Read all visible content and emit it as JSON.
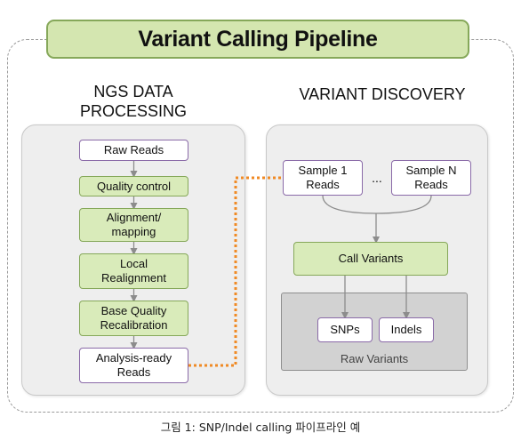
{
  "title": "Variant Calling Pipeline",
  "left_column": {
    "heading_line1": "NGS DATA",
    "heading_line2": "PROCESSING",
    "steps": [
      {
        "label": "Raw Reads"
      },
      {
        "label": "Quality control"
      },
      {
        "label_line1": "Alignment/",
        "label_line2": "mapping"
      },
      {
        "label_line1": "Local",
        "label_line2": "Realignment"
      },
      {
        "label_line1": "Base Quality",
        "label_line2": "Recalibration"
      },
      {
        "label_line1": "Analysis-ready",
        "label_line2": "Reads"
      }
    ]
  },
  "right_column": {
    "heading": "VARIANT DISCOVERY",
    "sample_1": {
      "line1": "Sample 1",
      "line2": "Reads"
    },
    "ellipsis": "...",
    "sample_n": {
      "line1": "Sample N",
      "line2": "Reads"
    },
    "call_variants": "Call Variants",
    "snps": "SNPs",
    "indels": "Indels",
    "raw_variants": "Raw Variants"
  },
  "caption": "그림 1: SNP/Indel calling 파이프라인 예",
  "colors": {
    "green_fill": "#d9ebba",
    "green_border": "#86a85a",
    "purple_border": "#8a6aa8",
    "dotted_connector": "#f08a24",
    "arrow_gray": "#8c8c8c"
  }
}
